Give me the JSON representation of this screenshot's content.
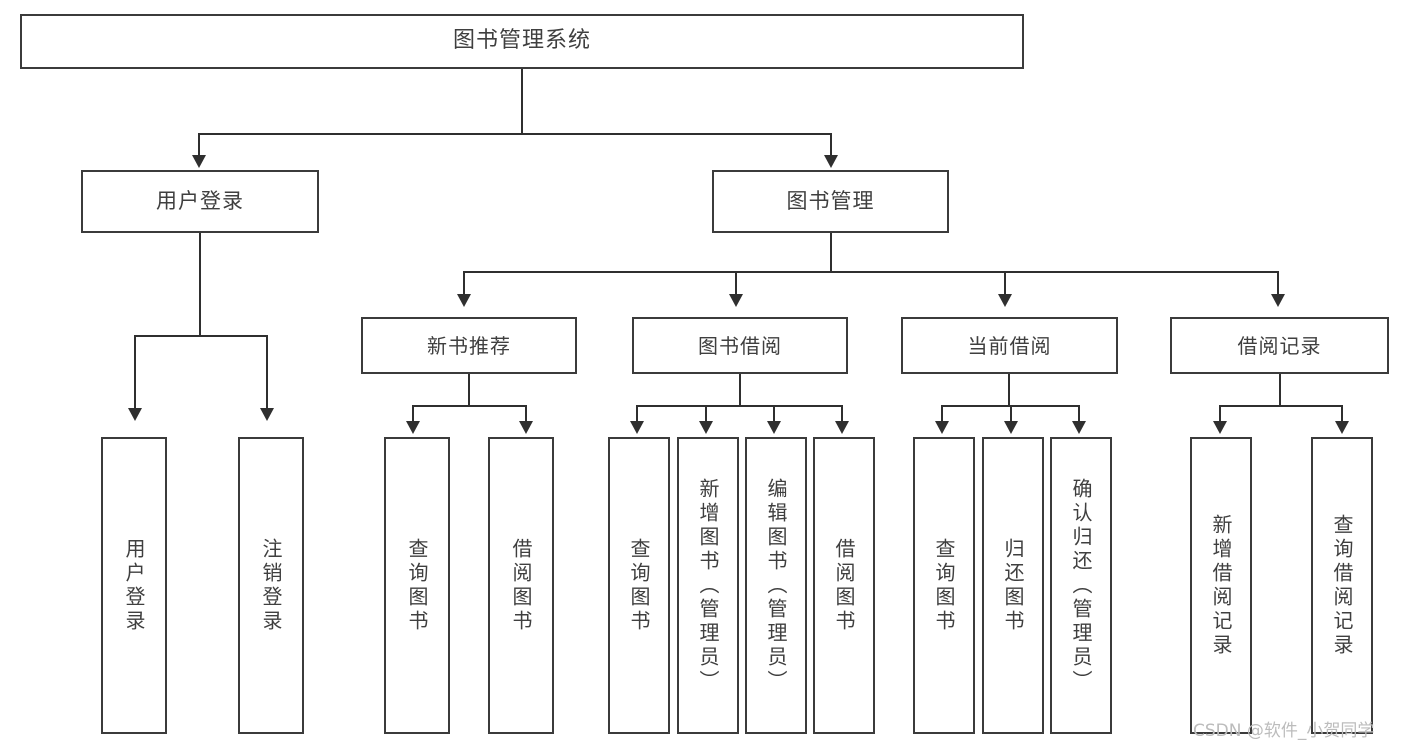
{
  "diagram": {
    "title": "图书管理系统",
    "type": "功能结构图",
    "root": {
      "label": "图书管理系统"
    },
    "level2": [
      {
        "label": "用户登录"
      },
      {
        "label": "图书管理"
      }
    ],
    "level3": [
      {
        "label": "新书推荐"
      },
      {
        "label": "图书借阅"
      },
      {
        "label": "当前借阅"
      },
      {
        "label": "借阅记录"
      }
    ],
    "leaves": {
      "user_login": [
        {
          "label": "用户登录"
        },
        {
          "label": "注销登录"
        }
      ],
      "new_book_recommend": [
        {
          "label": "查询图书"
        },
        {
          "label": "借阅图书"
        }
      ],
      "book_borrow": [
        {
          "label": "查询图书"
        },
        {
          "label": "新增图书（管理员）"
        },
        {
          "label": "编辑图书（管理员）"
        },
        {
          "label": "借阅图书"
        }
      ],
      "current_borrow": [
        {
          "label": "查询图书"
        },
        {
          "label": "归还图书"
        },
        {
          "label": "确认归还（管理员）"
        }
      ],
      "borrow_record": [
        {
          "label": "新增借阅记录"
        },
        {
          "label": "查询借阅记录"
        }
      ]
    }
  },
  "watermark": {
    "text": "CSDN @软件_小贺同学"
  },
  "colors": {
    "box_border": "#3b3b3b",
    "connector": "#2f2f2f",
    "text": "#3f3f3f",
    "background": "#ffffff",
    "watermark": "#bcbcbc"
  }
}
